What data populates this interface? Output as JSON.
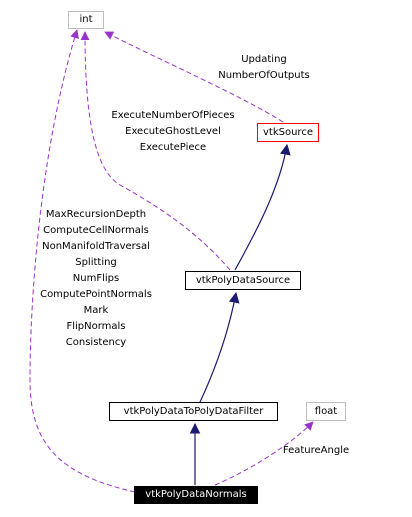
{
  "colors": {
    "inheritance": "#1a1a6e",
    "usage": "#9a32cd",
    "highlight_border": "#ff0000",
    "external_border": "#bfbfbf"
  },
  "nodes": {
    "int": "int",
    "vtkSource": "vtkSource",
    "vtkPolyDataSource": "vtkPolyDataSource",
    "vtkPolyDataToPolyDataFilter": "vtkPolyDataToPolyDataFilter",
    "float": "float",
    "vtkPolyDataNormals": "vtkPolyDataNormals"
  },
  "edge_labels": {
    "source_to_int": [
      "Updating",
      "NumberOfOutputs"
    ],
    "polydatasource_to_int": [
      "ExecuteNumberOfPieces",
      "ExecuteGhostLevel",
      "ExecutePiece"
    ],
    "normals_to_int": [
      "MaxRecursionDepth",
      "ComputeCellNormals",
      "NonManifoldTraversal",
      "Splitting",
      "NumFlips",
      "ComputePointNormals",
      "Mark",
      "FlipNormals",
      "Consistency"
    ],
    "normals_to_float": [
      "FeatureAngle"
    ]
  }
}
